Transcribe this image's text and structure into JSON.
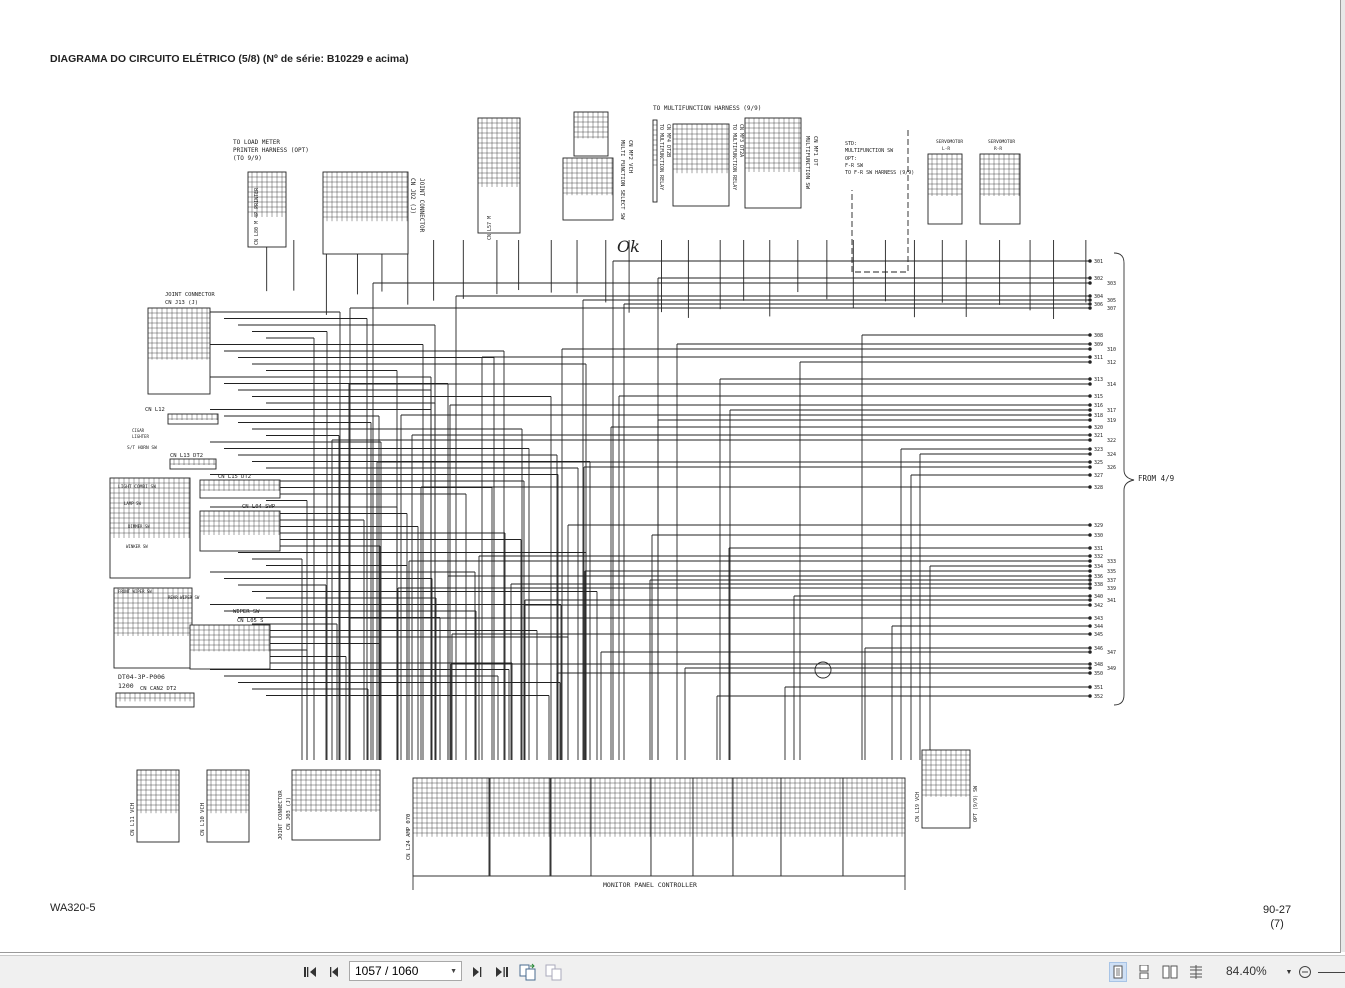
{
  "document": {
    "title": "DIAGRAMA DO CIRCUITO ELÉTRICO (5/8)",
    "title_suffix": " (Nº de série: B10229 e acima)",
    "model": "WA320-5",
    "page_code": "90-27",
    "page_sub": "(7)"
  },
  "diagram": {
    "labels": {
      "load_meter": [
        "TO LOAD METER",
        "PRINTER HARNESS (OPT)",
        "(TO 9/9)"
      ],
      "joint_connector_jd2": [
        "JOINT CONNECTOR",
        "CN JD2 (J)"
      ],
      "joint_connector_j13": [
        "JOINT CONNECTOR",
        "CN J13 (J)"
      ],
      "cn_l80": "CN L80 M 4P PRINTER",
      "cn_l57": "CN L57 M",
      "cn_mf2": [
        "CN MF2 VCH",
        "MULTI FUNCTION SELECT SW"
      ],
      "to_multifunction": "TO MULTIFUNCTION HARNESS (9/9)",
      "cn_mf4": [
        "CN MF4 DT2B",
        "TO MULTIFUNCTION RELAY"
      ],
      "cn_mf3": [
        "CN MF3 DT2A",
        "TO MULTIFUNCTION RELAY"
      ],
      "cn_mf1": [
        "CN MF1 DT",
        "MULTIFUNCTION SW"
      ],
      "std_opt": [
        "STD:",
        "MULTIFUNCTION SW",
        "OPT:",
        "F-R SW",
        "TO F-R SW HARNESS (9/9)"
      ],
      "servomotor1": [
        "SERVOMOTOR",
        "L-R"
      ],
      "servomotor2": [
        "SERVOMOTOR",
        "R-R"
      ],
      "cn_l12": "CN L12",
      "cigar_lighter": [
        "CIGAR",
        "LIGHTER"
      ],
      "st_horn": "S/T HORN SW",
      "cn_l13": "CN L13 DT2",
      "cn_l15": "CN L15 DT2",
      "light_combi": "LIGHT COMBI SW",
      "lamp_sw": "LAMP SW",
      "dimmer_sw": "DIMMER SW",
      "winker_sw": "WINKER SW",
      "cn_l04": "CN L04 SWP",
      "front_wiper": "FRONT WIPER SW",
      "rear_wiper": "REAR WIPER SW",
      "wiper_sw": "WIPER SW",
      "cn_l05": "CN L05 S",
      "dt04": "DT04-3P-P006",
      "dt04_sub": "1200",
      "cn_can2": "CN CAN2 DT2",
      "cn_l11": "CN L11 VCH",
      "cn_l10": "CN L10 VCH",
      "joint_connector_j03": [
        "JOINT CONNECTOR",
        "CN J03 (J)"
      ],
      "cn_l24": "CN L24 AMP 070",
      "monitor_panel": "MONITOR PANEL CONTROLLER",
      "cn_l19": [
        "CN L19 VCH",
        "OPT (9/9) SW"
      ],
      "from_4_9": "FROM 4/9",
      "handwritten_ok": "Ok"
    },
    "wire_numbers": [
      "301",
      "302",
      "303",
      "304",
      "305",
      "306",
      "307",
      "308",
      "309",
      "310",
      "311",
      "312",
      "313",
      "314",
      "315",
      "316",
      "317",
      "318",
      "319",
      "320",
      "321",
      "322",
      "323",
      "324",
      "325",
      "326",
      "327",
      "328",
      "329",
      "330",
      "331",
      "332",
      "333",
      "334",
      "335",
      "336",
      "337",
      "338",
      "339",
      "340",
      "341",
      "342",
      "343",
      "344",
      "345",
      "346",
      "347",
      "348",
      "349",
      "350",
      "351",
      "352"
    ]
  },
  "toolbar": {
    "first_page_icon": "first-page-icon",
    "prev_page_icon": "previous-page-icon",
    "page_field": "1057 / 1060",
    "next_page_icon": "next-page-icon",
    "last_page_icon": "last-page-icon",
    "zoom_value": "84.40%"
  }
}
